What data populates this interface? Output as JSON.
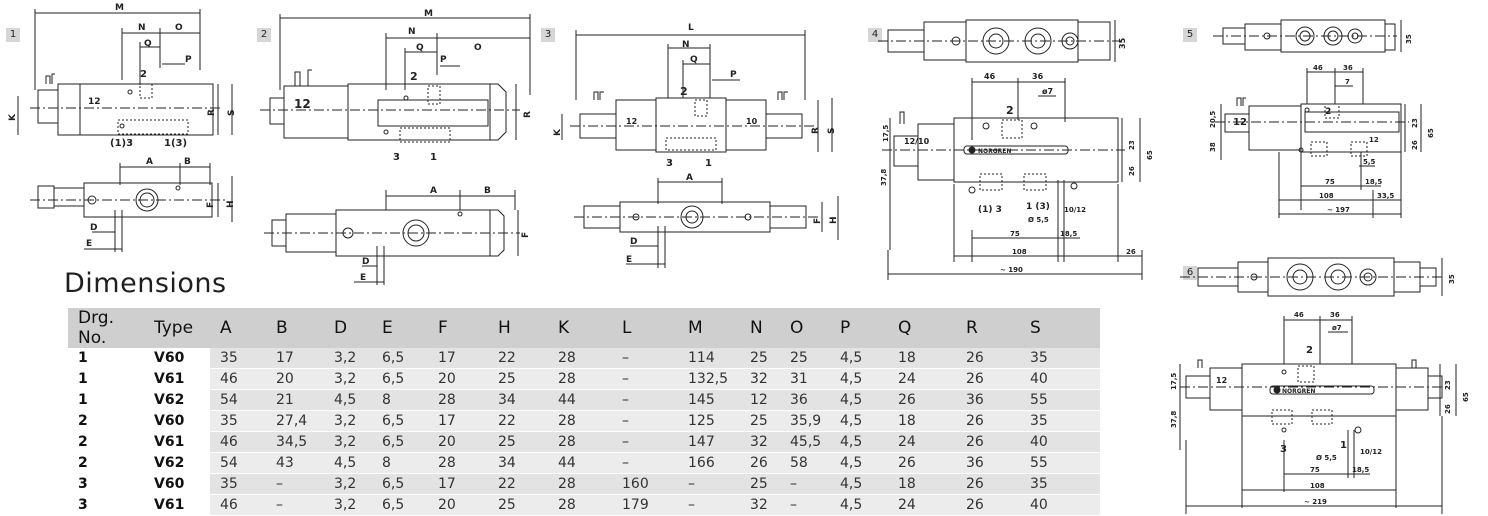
{
  "heading": "Dimensions",
  "drawing_numbers": [
    "1",
    "2",
    "3",
    "4",
    "5",
    "6"
  ],
  "drawing_labels": {
    "d1": {
      "M": "M",
      "N": "N",
      "O": "O",
      "Q": "Q",
      "P": "P",
      "K": "K",
      "R": "R",
      "S": "S",
      "port12": "12",
      "port2": "2",
      "port13a": "(1)3",
      "port13b": "1(3)",
      "A": "A",
      "B": "B",
      "F": "F",
      "H": "H",
      "D": "D",
      "E": "E"
    },
    "d2": {
      "M": "M",
      "N": "N",
      "O": "O",
      "Q": "Q",
      "P": "P",
      "R": "R",
      "port12": "12",
      "port2": "2",
      "port3": "3",
      "port1": "1",
      "A": "A",
      "B": "B",
      "F": "F",
      "D": "D",
      "E": "E"
    },
    "d3": {
      "L": "L",
      "N": "N",
      "Q": "Q",
      "P": "P",
      "K": "K",
      "R": "R",
      "S": "S",
      "port12": "12",
      "port10": "10",
      "port2": "2",
      "port3": "3",
      "port1": "1",
      "A": "A",
      "F": "F",
      "H": "H",
      "D": "D",
      "E": "E"
    },
    "d4": {
      "d46": "46",
      "d36": "36",
      "d7": "ø7",
      "d35": "35",
      "port2": "2",
      "port1210": "12/10",
      "d175": "17,5",
      "d378": "37,8",
      "d23": "23",
      "d26": "26",
      "d65": "65",
      "port13a": "(1) 3",
      "port13b": "1 (3)",
      "port1012": "10/12",
      "d55": "Ø 5,5",
      "d75": "75",
      "d185": "18,5",
      "d108": "108",
      "d26b": "26",
      "d190": "~ 190",
      "brand": "NORGREN"
    },
    "d5": {
      "d46": "46",
      "d36": "36",
      "d7": "7",
      "d35": "35",
      "port2": "2",
      "port12": "12",
      "port12b": "12",
      "d205": "20,5",
      "d38": "38",
      "d23": "23",
      "d26": "26",
      "d65": "65",
      "d55": "5,5",
      "d75": "75",
      "d185": "18,5",
      "d108": "108",
      "d335": "33,5",
      "d197": "~ 197"
    },
    "d6": {
      "d46": "46",
      "d36": "36",
      "d7": "ø7",
      "d35": "35",
      "port2": "2",
      "port12": "12",
      "port3": "3",
      "port1": "1",
      "port1012": "10/12",
      "d175": "17,5",
      "d378": "37,8",
      "d23": "23",
      "d26": "26",
      "d65": "65",
      "d55": "Ø 5,5",
      "d75": "75",
      "d185": "18,5",
      "d108": "108",
      "d219": "~ 219",
      "brand": "NORGREN"
    }
  },
  "table": {
    "columns": [
      "Drg. No.",
      "Type",
      "A",
      "B",
      "D",
      "E",
      "F",
      "H",
      "K",
      "L",
      "M",
      "N",
      "O",
      "P",
      "Q",
      "R",
      "S"
    ],
    "rows": [
      [
        "1",
        "V60",
        "35",
        "17",
        "3,2",
        "6,5",
        "17",
        "22",
        "28",
        "–",
        "114",
        "25",
        "25",
        "4,5",
        "18",
        "26",
        "35"
      ],
      [
        "1",
        "V61",
        "46",
        "20",
        "3,2",
        "6,5",
        "20",
        "25",
        "28",
        "–",
        "132,5",
        "32",
        "31",
        "4,5",
        "24",
        "26",
        "40"
      ],
      [
        "1",
        "V62",
        "54",
        "21",
        "4,5",
        "8",
        "28",
        "34",
        "44",
        "–",
        "145",
        "12",
        "36",
        "4,5",
        "26",
        "36",
        "55"
      ],
      [
        "2",
        "V60",
        "35",
        "27,4",
        "3,2",
        "6,5",
        "17",
        "22",
        "28",
        "–",
        "125",
        "25",
        "35,9",
        "4,5",
        "18",
        "26",
        "35"
      ],
      [
        "2",
        "V61",
        "46",
        "34,5",
        "3,2",
        "6,5",
        "20",
        "25",
        "28",
        "–",
        "147",
        "32",
        "45,5",
        "4,5",
        "24",
        "26",
        "40"
      ],
      [
        "2",
        "V62",
        "54",
        "43",
        "4,5",
        "8",
        "28",
        "34",
        "44",
        "–",
        "166",
        "26",
        "58",
        "4,5",
        "26",
        "36",
        "55"
      ],
      [
        "3",
        "V60",
        "35",
        "–",
        "3,2",
        "6,5",
        "17",
        "22",
        "28",
        "160",
        "–",
        "25",
        "–",
        "4,5",
        "18",
        "26",
        "35"
      ],
      [
        "3",
        "V61",
        "46",
        "–",
        "3,2",
        "6,5",
        "20",
        "25",
        "28",
        "179",
        "–",
        "32",
        "–",
        "4,5",
        "24",
        "26",
        "40"
      ]
    ]
  }
}
